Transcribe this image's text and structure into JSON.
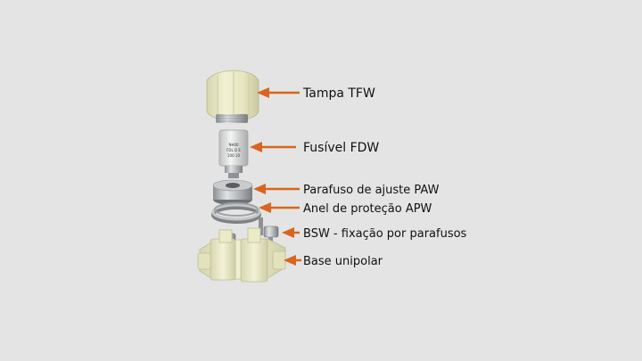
{
  "labels": {
    "tampa": "Tampa TFW",
    "fusivel": "Fusível FDW",
    "parafuso": "Parafuso de ajuste PAW",
    "anel": "Anel de proteção APW",
    "bsw": "BSW - fixação por parafusos",
    "base": "Base unipolar"
  },
  "fuse_marking": [
    "NH00",
    "FDL D E",
    "100 10"
  ],
  "colors": {
    "background": "#e4e4e4",
    "arrow": "#d9651e",
    "cream": "#ecebc8",
    "metal": "#b9bbbd"
  }
}
